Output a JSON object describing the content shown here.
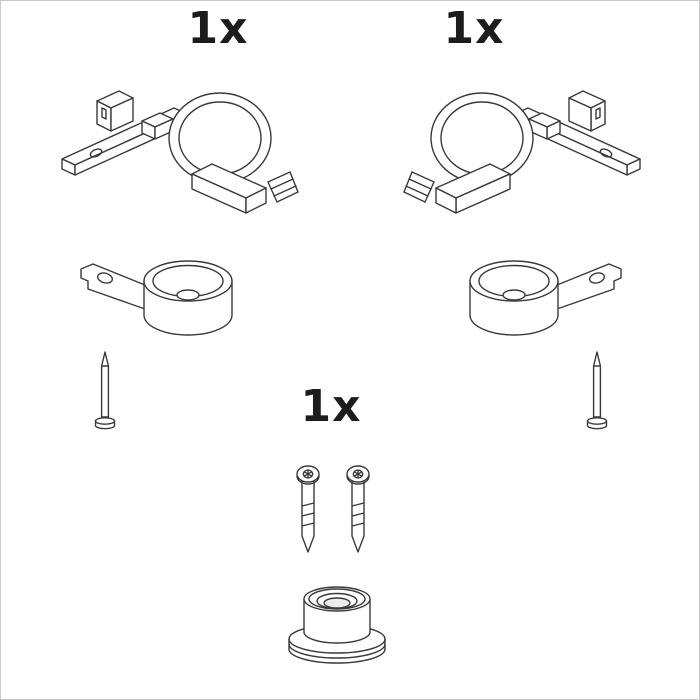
{
  "page": {
    "background": "#ffffff",
    "border_color": "#c9c9c9",
    "line_color": "#3a3a3a",
    "text_color": "#1c1c1c"
  },
  "labels": {
    "left_quantity": "1x",
    "right_quantity": "1x",
    "bottom_quantity": "1x"
  },
  "parts": {
    "top_left": "hinge-assembly-left",
    "top_right": "hinge-assembly-right",
    "mid_left": "round-mounting-bracket-left",
    "mid_right": "round-mounting-bracket-right",
    "pin_left": "pin",
    "pin_right": "pin",
    "bottom_screws": "screw",
    "bottom_center": "grommet"
  }
}
